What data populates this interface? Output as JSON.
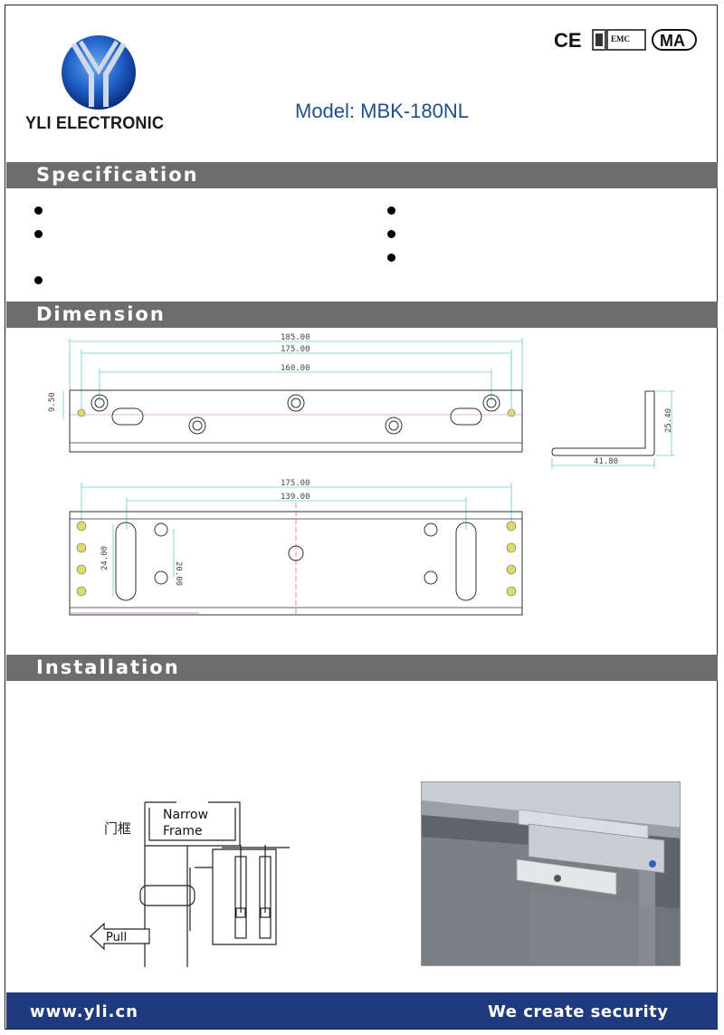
{
  "header": {
    "brand": "YLI ELECTRONIC",
    "model": "Model: MBK-180NL",
    "certifications": [
      "CE",
      "EMC",
      "MA"
    ]
  },
  "sections": {
    "specification": "Specification",
    "dimension": "Dimension",
    "installation": "Installation"
  },
  "dimensions": {
    "top": [
      "185.00",
      "175.00",
      "160.00",
      "9.50"
    ],
    "side": [
      "25.40",
      "41.80"
    ],
    "bottom": [
      "175.00",
      "139.00",
      "24.00",
      "20.00"
    ]
  },
  "installation_diagram": {
    "cn_label": "门框",
    "frame_label_1": "Narrow",
    "frame_label_2": "Frame",
    "pull_label": "Pull"
  },
  "footer": {
    "url": "www.yli.cn",
    "slogan": "We create security"
  },
  "colors": {
    "section_bar": "#6d6d6d",
    "footer_bg": "#1f3a7d",
    "model_text": "#1f4f8a"
  }
}
